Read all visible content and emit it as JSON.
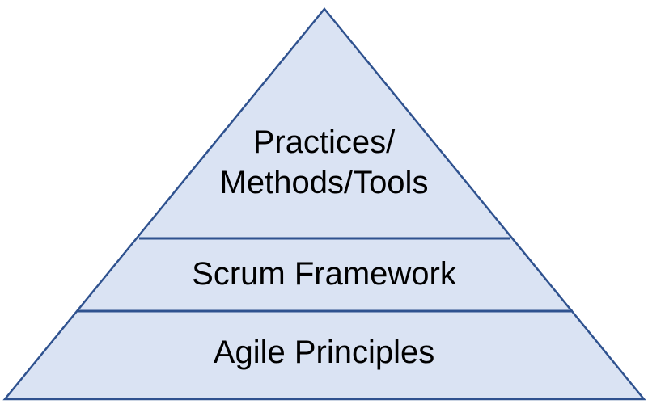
{
  "pyramid": {
    "fill_color": "#dae3f3",
    "stroke_color": "#2f528f",
    "tiers": [
      {
        "lines": [
          "Practices/",
          "Methods/Tools"
        ]
      },
      {
        "lines": [
          "Scrum Framework"
        ]
      },
      {
        "lines": [
          "Agile Principles"
        ]
      }
    ]
  }
}
